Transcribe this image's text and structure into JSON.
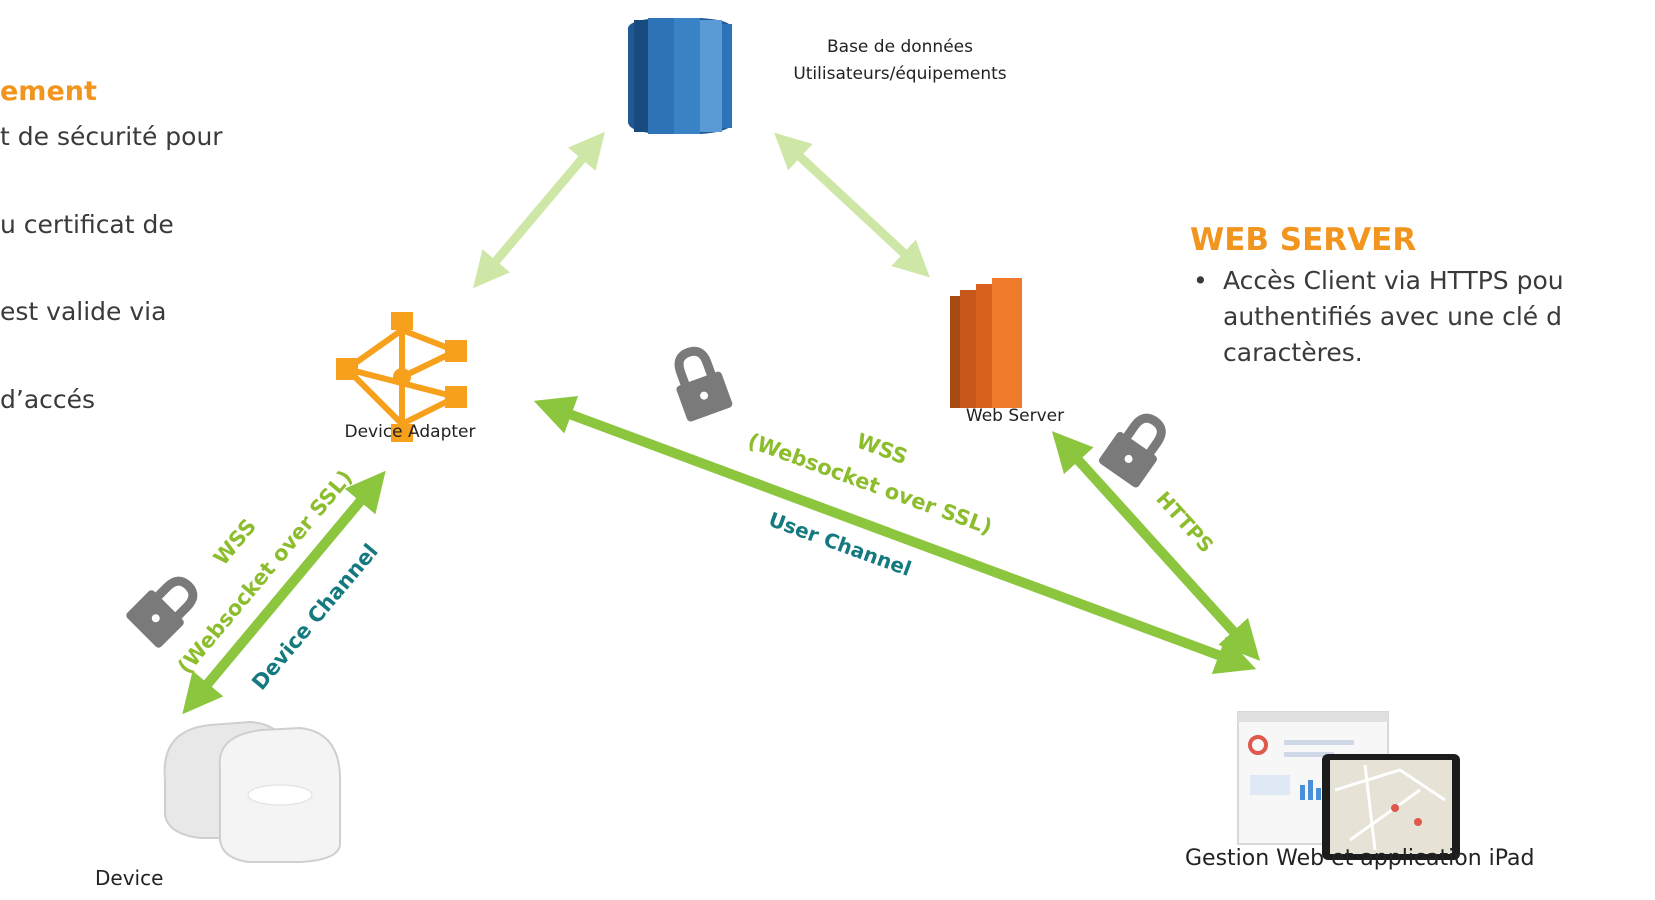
{
  "left_panel": {
    "heading": "ement",
    "lines": [
      "t de sécurité pour",
      "u certificat de",
      "est valide via",
      "d’accés"
    ]
  },
  "web_server_panel": {
    "heading": "WEB SERVER",
    "bullet": "•",
    "lines": [
      "Accès Client via HTTPS pou",
      "authentifiés avec une clé d",
      "caractères."
    ]
  },
  "nodes": {
    "database": {
      "label_line1": "Base de données",
      "label_line2": "Utilisateurs/équipements",
      "icon": "database-icon"
    },
    "device_adapter": {
      "label": "Device Adapter",
      "icon": "device-adapter-icon"
    },
    "web_server": {
      "label": "Web Server",
      "icon": "web-server-icon"
    },
    "device": {
      "label": "Device",
      "icon": "access-point-icon"
    },
    "gestion": {
      "label": "Gestion Web et application iPad",
      "icon": "web-ipad-icon"
    }
  },
  "channels": {
    "device": {
      "protocol": "WSS",
      "protocol_detail": "(Websocket over SSL)",
      "name": "Device  Channel"
    },
    "user": {
      "protocol": "WSS",
      "protocol_detail": "(Websocket over SSL)",
      "name": "User Channel"
    },
    "web": {
      "protocol": "HTTPS"
    }
  },
  "colors": {
    "arrow_strong": "#8cc63f",
    "arrow_light": "#cfe7a6",
    "accent_orange": "#f2951e",
    "channel_teal": "#147a7f",
    "lock_gray": "#7a7a7a",
    "db_blue": "#2e73b8",
    "server_orange": "#e46a24"
  }
}
